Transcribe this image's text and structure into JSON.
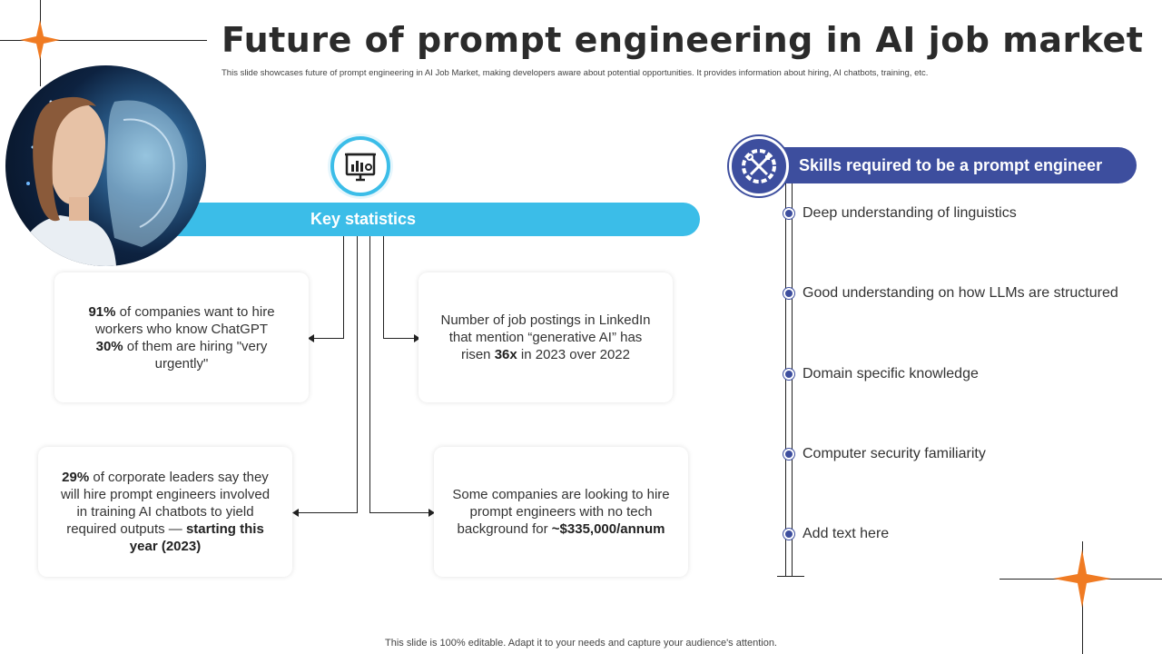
{
  "header": {
    "title": "Future of prompt engineering in AI job market",
    "subtitle": "This slide showcases future of prompt engineering in AI Job Market, making developers aware about potential opportunities. It provides information about hiring, AI chatbots, training, etc."
  },
  "key_statistics": {
    "label": "Key statistics",
    "icon": "presentation-chart-icon",
    "cards": [
      {
        "p1_bold": "91%",
        "p1": " of companies want to hire workers who know ChatGPT",
        "p2_bold": "30%",
        "p2": " of them are hiring \"very urgently\""
      },
      {
        "p1": "Number of job postings in LinkedIn that mention “generative AI” has risen ",
        "p1_bold": "36x",
        "p2": " in 2023 over 2022"
      },
      {
        "p1_bold": "29%",
        "p1": " of corporate leaders say they will hire prompt engineers involved in training AI chatbots to yield required outputs — ",
        "p2_bold": "starting this year (2023)"
      },
      {
        "p1": "Some companies are looking to hire prompt engineers with no tech background for ",
        "p1_bold": "~$335,000/annum"
      }
    ]
  },
  "skills": {
    "label": "Skills required to be a prompt engineer",
    "icon": "tools-gear-icon",
    "items": [
      "Deep understanding  of linguistics",
      "Good understanding  on how LLMs are structured",
      "Domain specific knowledge",
      "Computer security familiarity",
      "Add text here"
    ]
  },
  "footer": {
    "text": "This slide is 100% editable. Adapt it to your needs and capture your audience's attention."
  },
  "colors": {
    "accent_blue": "#3bbde8",
    "navy": "#3d4e9e",
    "star_orange": "#f07b23"
  }
}
